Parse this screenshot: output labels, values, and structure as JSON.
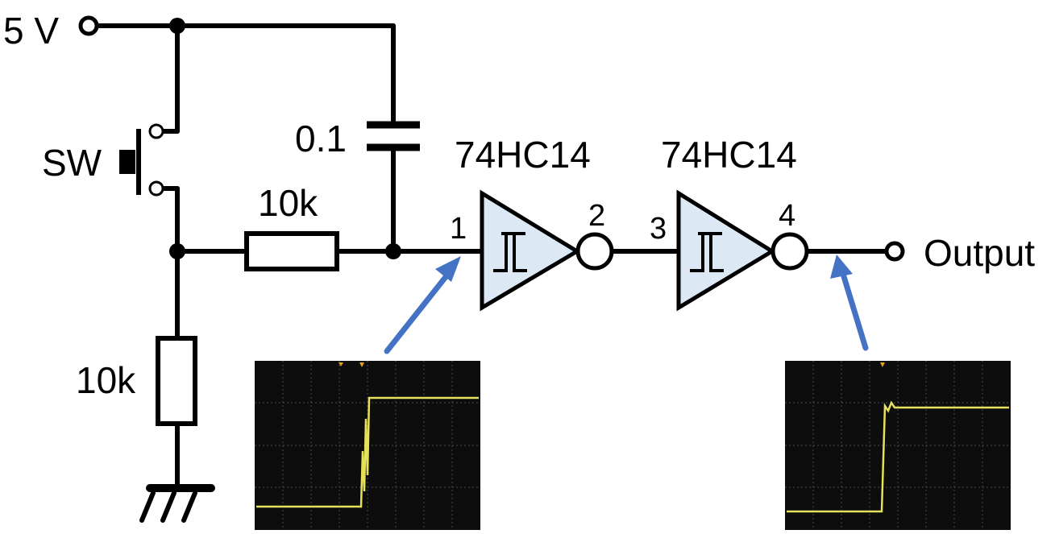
{
  "supply": {
    "label": "5 V"
  },
  "switch": {
    "label": "SW"
  },
  "capacitor": {
    "label": "0.1"
  },
  "resistor_series": {
    "label": "10k"
  },
  "resistor_pulldown": {
    "label": "10k"
  },
  "gate1": {
    "label": "74HC14",
    "pin_in": "1",
    "pin_out": "2"
  },
  "gate2": {
    "label": "74HC14",
    "pin_in": "3",
    "pin_out": "4"
  },
  "output": {
    "label": "Output"
  },
  "colors": {
    "wire": "#000000",
    "gate_fill": "#dce9f5",
    "arrow": "#4472c4",
    "scope_bg": "#0d0d0d",
    "scope_grid": "#4a4a4a",
    "scope_trace": "#e6e05a"
  }
}
